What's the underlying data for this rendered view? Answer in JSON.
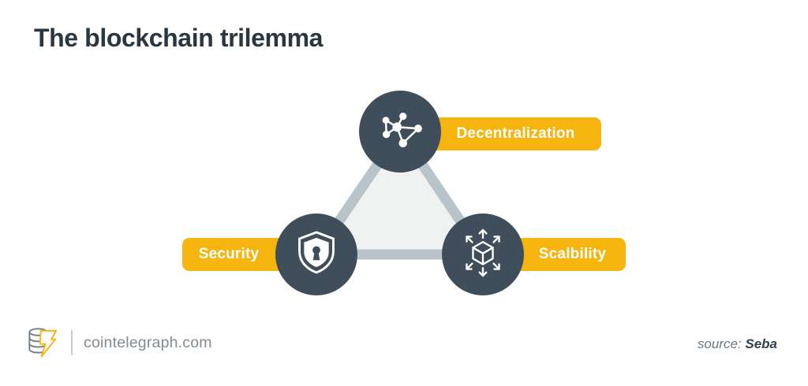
{
  "title": "The blockchain trilemma",
  "diagram": {
    "shape": "triangle",
    "nodes": [
      {
        "id": "decentralization",
        "label": "Decentralization",
        "icon": "network-icon",
        "position": "top"
      },
      {
        "id": "security",
        "label": "Security",
        "icon": "shield-lock-icon",
        "position": "bottom-left"
      },
      {
        "id": "scalability",
        "label": "Scalbility",
        "icon": "cube-expand-icon",
        "position": "bottom-right"
      }
    ]
  },
  "footer": {
    "site": "cointelegraph.com",
    "source_prefix": "source:",
    "source_name": "Seba",
    "logo": "cointelegraph-coin-bolt-icon"
  },
  "colors": {
    "accent_yellow": "#F6B40E",
    "node_dark": "#3F4E5A",
    "triangle_stroke": "#B9C3CA",
    "triangle_fill": "#F0F1F1",
    "title_color": "#2A3740",
    "footer_gray": "#828A91",
    "source_prefix_color": "#6B7680",
    "source_name_color": "#323F4B",
    "logo_gray": "#6F7A85",
    "divider_color": "#C6CBD0"
  }
}
